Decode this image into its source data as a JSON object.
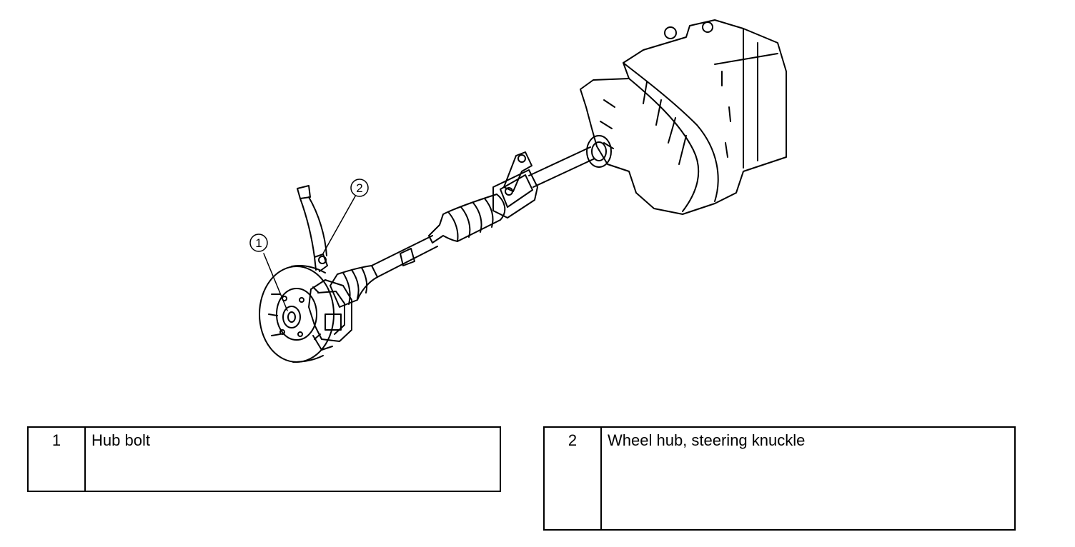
{
  "callouts": [
    {
      "number": "1"
    },
    {
      "number": "2"
    }
  ],
  "legend": [
    {
      "number": "1",
      "label": "Hub bolt"
    },
    {
      "number": "2",
      "label": "Wheel hub, steering knuckle"
    }
  ]
}
